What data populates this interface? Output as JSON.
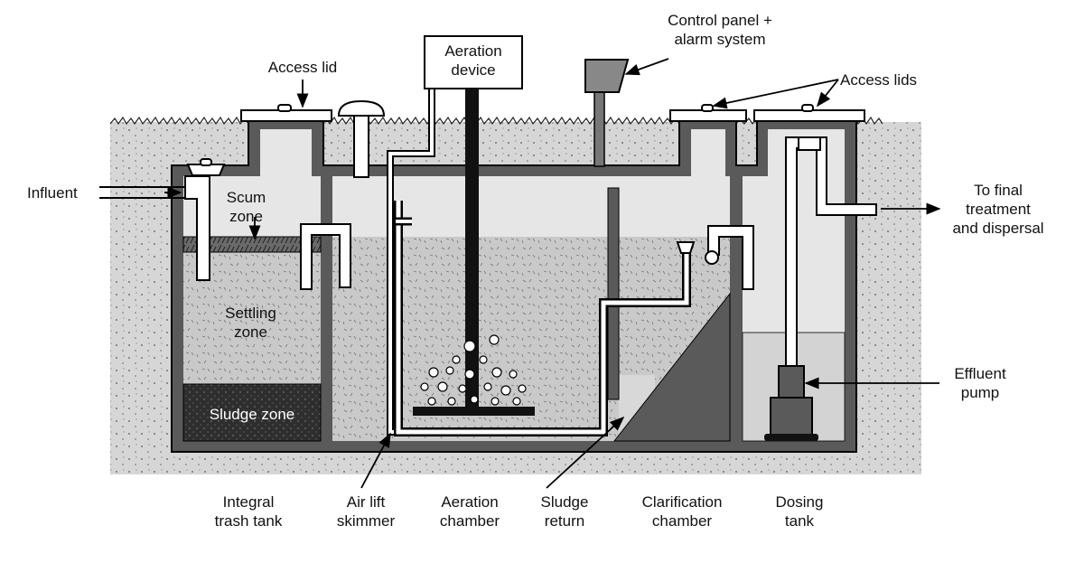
{
  "labels": {
    "access_lid": "Access lid",
    "aeration_device": "Aeration\ndevice",
    "control_panel": "Control panel +\nalarm system",
    "access_lids": "Access lids",
    "influent": "Influent",
    "scum_zone": "Scum\nzone",
    "settling_zone": "Settling\nzone",
    "sludge_zone": "Sludge zone",
    "to_final": "To final\ntreatment\nand dispersal",
    "effluent_pump": "Effluent\npump"
  },
  "bottom_labels": [
    "Integral\ntrash tank",
    "Air lift\nskimmer",
    "Aeration\nchamber",
    "Sludge\nreturn",
    "Clarification\nchamber",
    "Dosing\ntank"
  ],
  "colors": {
    "wall": "#5a5a5a",
    "soil": "#d6d6d6",
    "liquid": "#c9c9c9",
    "air": "#e6e6e6",
    "sludge": "#2e2e2e"
  }
}
